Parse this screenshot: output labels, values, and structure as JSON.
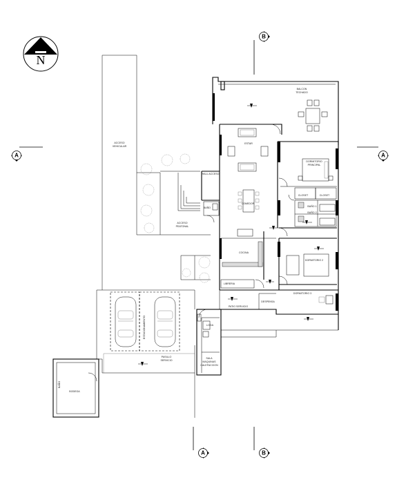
{
  "north": {
    "letter": "N"
  },
  "section_marks": {
    "a": "A",
    "b": "B"
  },
  "rooms": {
    "balcon": [
      "BALCON",
      "TECHADO"
    ],
    "estar": "ESTAR",
    "comedor": "COMEDOR",
    "cocina": "COCINA",
    "hall": "HALL ACCESO",
    "bano_visita": "BAÑO",
    "libreria": "LIBRERIA",
    "patio": "PATIO SERVICIO",
    "despensa": "DESPENSA",
    "dorm1": [
      "DORMITORIO",
      "PRINCIPAL"
    ],
    "closet_a": "CLOSET",
    "closet_b": "CLOSET",
    "bano1": "BAÑO 1",
    "bano2": "BAÑO 2",
    "dorm2": "DORMITORIO 2",
    "dorm3": "DORMITORIO 3",
    "acceso_vehicular": [
      "ACCESO",
      "VEHICULAR"
    ],
    "acceso_peatonal": [
      "ACCESO",
      "PEATONAL"
    ],
    "estacionamiento": "ESTACIONAMIENTO",
    "pasillo": [
      "PASILLO",
      "SERVICIO"
    ],
    "loga": "LOGA",
    "sala_maquinas": [
      "SALA",
      "MAQUINAS",
      "CALEFACCION"
    ],
    "bodega": "BODEGA",
    "bano_bodega": "BAÑO"
  },
  "colors": {
    "line": "#000000",
    "fill": "#dcdcdc",
    "background": "#ffffff"
  }
}
